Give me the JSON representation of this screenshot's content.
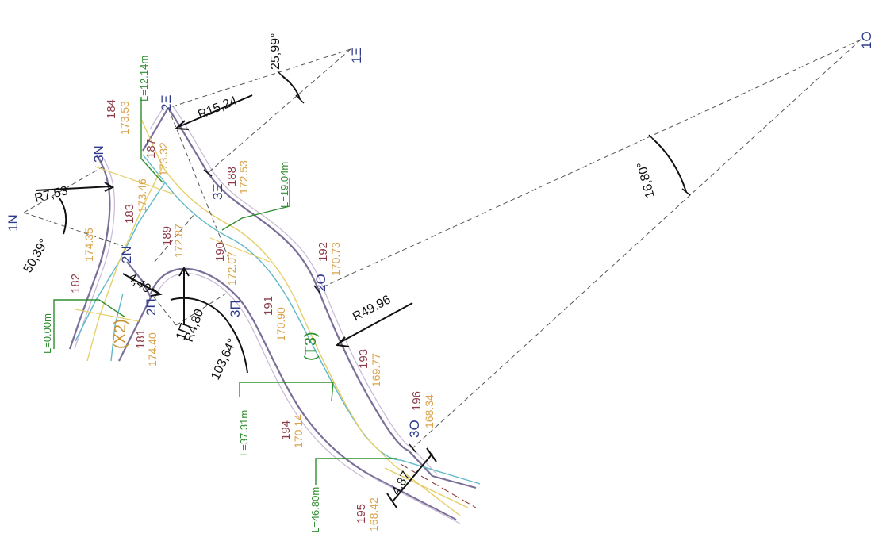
{
  "colors": {
    "paper": "#ffffff",
    "road_edge": "#7a6f99",
    "road_edge_inner": "#c9b7d6",
    "cyan_line": "#5fb8c8",
    "yellow_line": "#e6cf6a",
    "construction_dash": "#555555",
    "axis_dash": "#8a2a2a",
    "dimension": "#111111",
    "point_label": "#2e3a8c",
    "stake_id": "#8c3b4a",
    "elevation": "#d9a24a",
    "chainage": "#2f8f2f",
    "section_label": "#c9932f"
  },
  "diagram": {
    "centers": [
      "1N",
      "1Ξ",
      "1O",
      "1Π"
    ],
    "tangent_points": [
      "2N",
      "3N",
      "2Ξ",
      "3Ξ",
      "2O",
      "3O",
      "2Π",
      "3Π"
    ],
    "radii": [
      "R7,53",
      "R15,24",
      "R49,96",
      "R4,80"
    ],
    "angles": [
      "50,39°",
      "25,99°",
      "16,80°",
      "103,64°"
    ],
    "widths": [
      "4,40",
      "4,87"
    ],
    "chainages": [
      "L=0.00m",
      "L=12.14m",
      "L=19.04m",
      "L=37.31m",
      "L=46.80m"
    ],
    "sections": [
      "(X2)",
      "(T3)"
    ],
    "stakes": [
      {
        "id": "181",
        "elev": "174.40"
      },
      {
        "id": "182",
        "elev": "174.35"
      },
      {
        "id": "183",
        "elev": "173.46"
      },
      {
        "id": "184",
        "elev": "173.53"
      },
      {
        "id": "187",
        "elev": "173.32"
      },
      {
        "id": "188",
        "elev": "172.53"
      },
      {
        "id": "189",
        "elev": "172.87"
      },
      {
        "id": "190",
        "elev": "172.07"
      },
      {
        "id": "191",
        "elev": "170.90"
      },
      {
        "id": "192",
        "elev": "170.73"
      },
      {
        "id": "193",
        "elev": "169.77"
      },
      {
        "id": "194",
        "elev": "170.14"
      },
      {
        "id": "195",
        "elev": "168.42"
      },
      {
        "id": "196",
        "elev": "168.34"
      }
    ]
  }
}
